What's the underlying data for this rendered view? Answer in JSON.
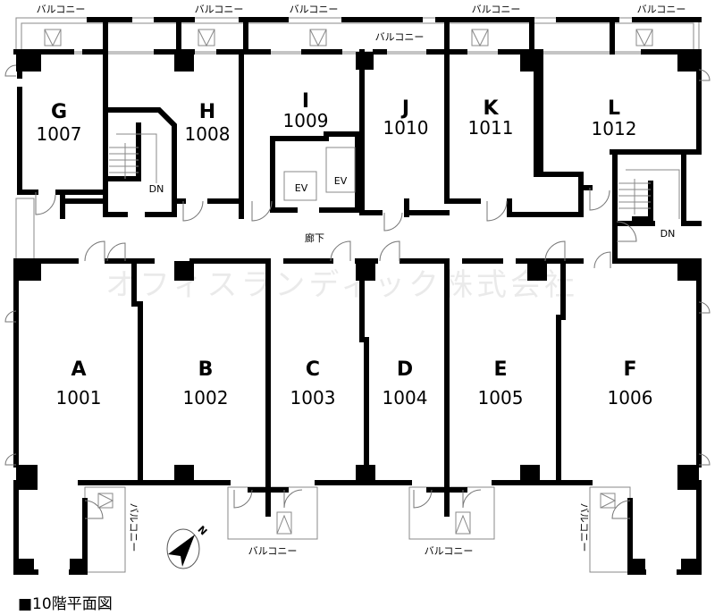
{
  "units_upper": [
    {
      "letter": "G",
      "number": "1007"
    },
    {
      "letter": "H",
      "number": "1008"
    },
    {
      "letter": "I",
      "number": "1009"
    },
    {
      "letter": "J",
      "number": "1010"
    },
    {
      "letter": "K",
      "number": "1011"
    },
    {
      "letter": "L",
      "number": "1012"
    }
  ],
  "units_lower": [
    {
      "letter": "A",
      "number": "1001"
    },
    {
      "letter": "B",
      "number": "1002"
    },
    {
      "letter": "C",
      "number": "1003"
    },
    {
      "letter": "D",
      "number": "1004"
    },
    {
      "letter": "E",
      "number": "1005"
    },
    {
      "letter": "F",
      "number": "1006"
    }
  ],
  "labels": {
    "balcony": "バルコニー",
    "corridor": "廊下",
    "elevator": "EV",
    "stairs_down": "DN",
    "compass_north": "N"
  },
  "watermark": "オフィスランディック株式会社",
  "title": "■10階平面図"
}
